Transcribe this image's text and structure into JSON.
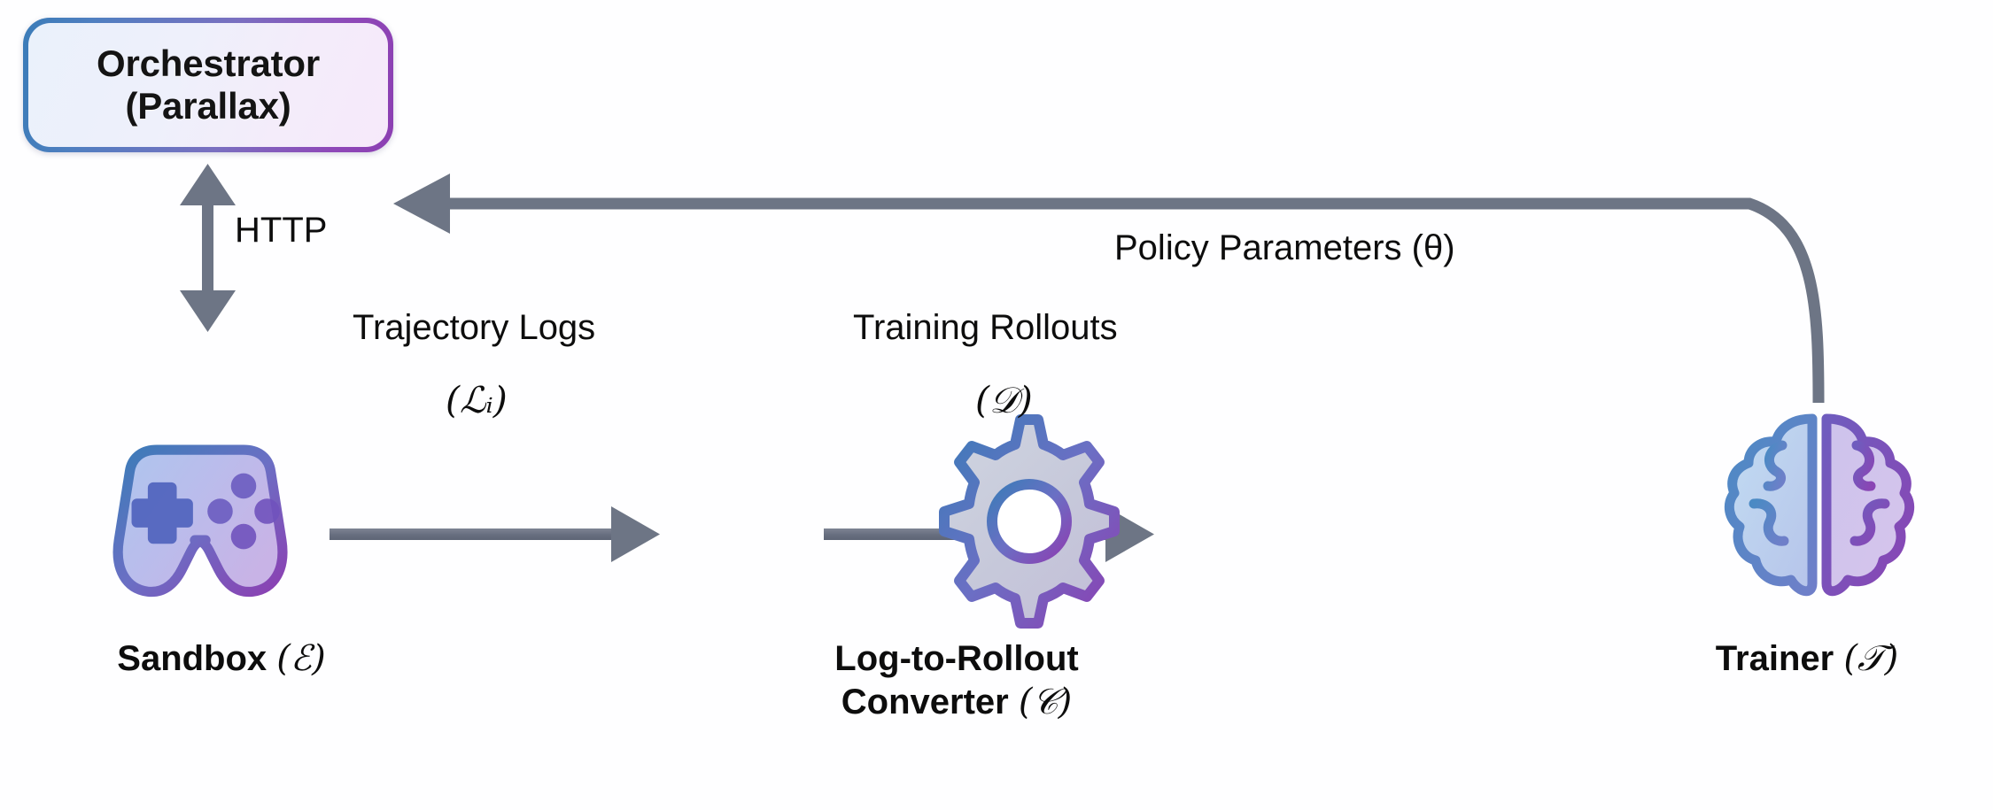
{
  "diagram": {
    "title": "Orchestrator / Sandbox / Converter / Trainer pipeline",
    "background_color": "#fefeff",
    "arrow_color": "#6d7585",
    "gradient_start": "#3b7cb8",
    "gradient_end": "#8c3fb2"
  },
  "orchestrator": {
    "line1": "Orchestrator",
    "line2": "(Parallax)"
  },
  "nodes": {
    "sandbox": {
      "label": "Sandbox",
      "symbol": "(ℰ)",
      "icon": "gamepad-icon"
    },
    "converter": {
      "label_line1": "Log-to-Rollout",
      "label_line2": "Converter",
      "symbol": "(𝒞)",
      "icon": "gear-icon"
    },
    "trainer": {
      "label": "Trainer",
      "symbol": "(𝒯)",
      "icon": "brain-icon"
    }
  },
  "edges": {
    "http": {
      "label": "HTTP",
      "direction": "bidirectional"
    },
    "trajectory_logs": {
      "label": "Trajectory Logs",
      "symbol": "(ℒᵢ)",
      "direction": "sandbox-to-converter"
    },
    "training_rollouts": {
      "label": "Training Rollouts",
      "symbol": "(𝒟)",
      "direction": "converter-to-trainer"
    },
    "policy_parameters": {
      "label": "Policy Parameters (θ)",
      "direction": "trainer-to-orchestrator"
    }
  }
}
